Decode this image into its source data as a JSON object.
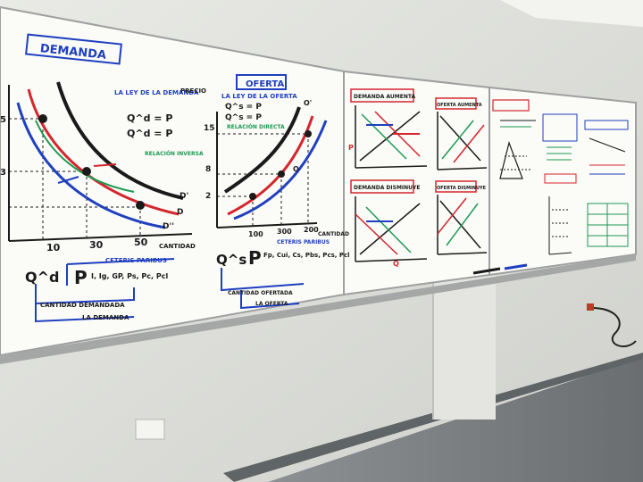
{
  "photo": {
    "description_hidden": "",
    "colors": {
      "wall": "#e7e8e3",
      "whiteboard": "#fbfbf8",
      "floor": "#7b7f81",
      "marker_blue": "#1f3fbf",
      "marker_red": "#d4262c",
      "marker_green": "#1e9a52",
      "marker_black": "#1a1a1a"
    }
  },
  "board1": {
    "title": "DEMANDA",
    "law_heading": "LA LEY DE LA DEMANDA",
    "law_line1": "Q^d = P",
    "law_line2": "Q^d = P",
    "relation": "RELACIÓN INVERSA",
    "axis_price": "PRECIO",
    "axis_qty": "CANTIDAD",
    "tick_y": [
      "5",
      "3"
    ],
    "tick_x": [
      "10",
      "30",
      "50"
    ],
    "curve_labels": [
      "D'",
      "D",
      "D''"
    ],
    "ceteris": "CETERIS PARIBUS",
    "formula_lhs": "Q^d",
    "formula_main": "P",
    "formula_rest": "I, Ig, GP, Ps, Pc, Pcl",
    "note1": "CANTIDAD DEMANDADA",
    "note2": "LA DEMANDA"
  },
  "board2": {
    "title": "OFERTA",
    "law_heading": "LA LEY DE LA OFERTA",
    "law_line1": "Q^s = P",
    "law_line2": "Q^s = P",
    "relation": "RELACIÓN DIRECTA",
    "tick_y": [
      "15",
      "8",
      "2"
    ],
    "tick_x": [
      "100",
      "300",
      "200"
    ],
    "axis_qty": "CANTIDAD",
    "curve_labels": [
      "O'",
      "O"
    ],
    "ceteris": "CETERIS PARIBUS",
    "formula_lhs": "Q^s",
    "formula_main": "P",
    "formula_rest": "Fp, Cui, Cs, Pbs, Pcs, Pcl",
    "note1": "CANTIDAD OFERTADA",
    "note2": "LA OFERTA"
  },
  "board3": {
    "panel_a_title": "DEMANDA AUMENTA",
    "panel_b_title": "DEMANDA DISMINUYE",
    "panel_c_title": "OFERTA AUMENTA",
    "panel_d_title": "OFERTA DISMINUYE",
    "label_p": "P",
    "label_q": "Q"
  }
}
